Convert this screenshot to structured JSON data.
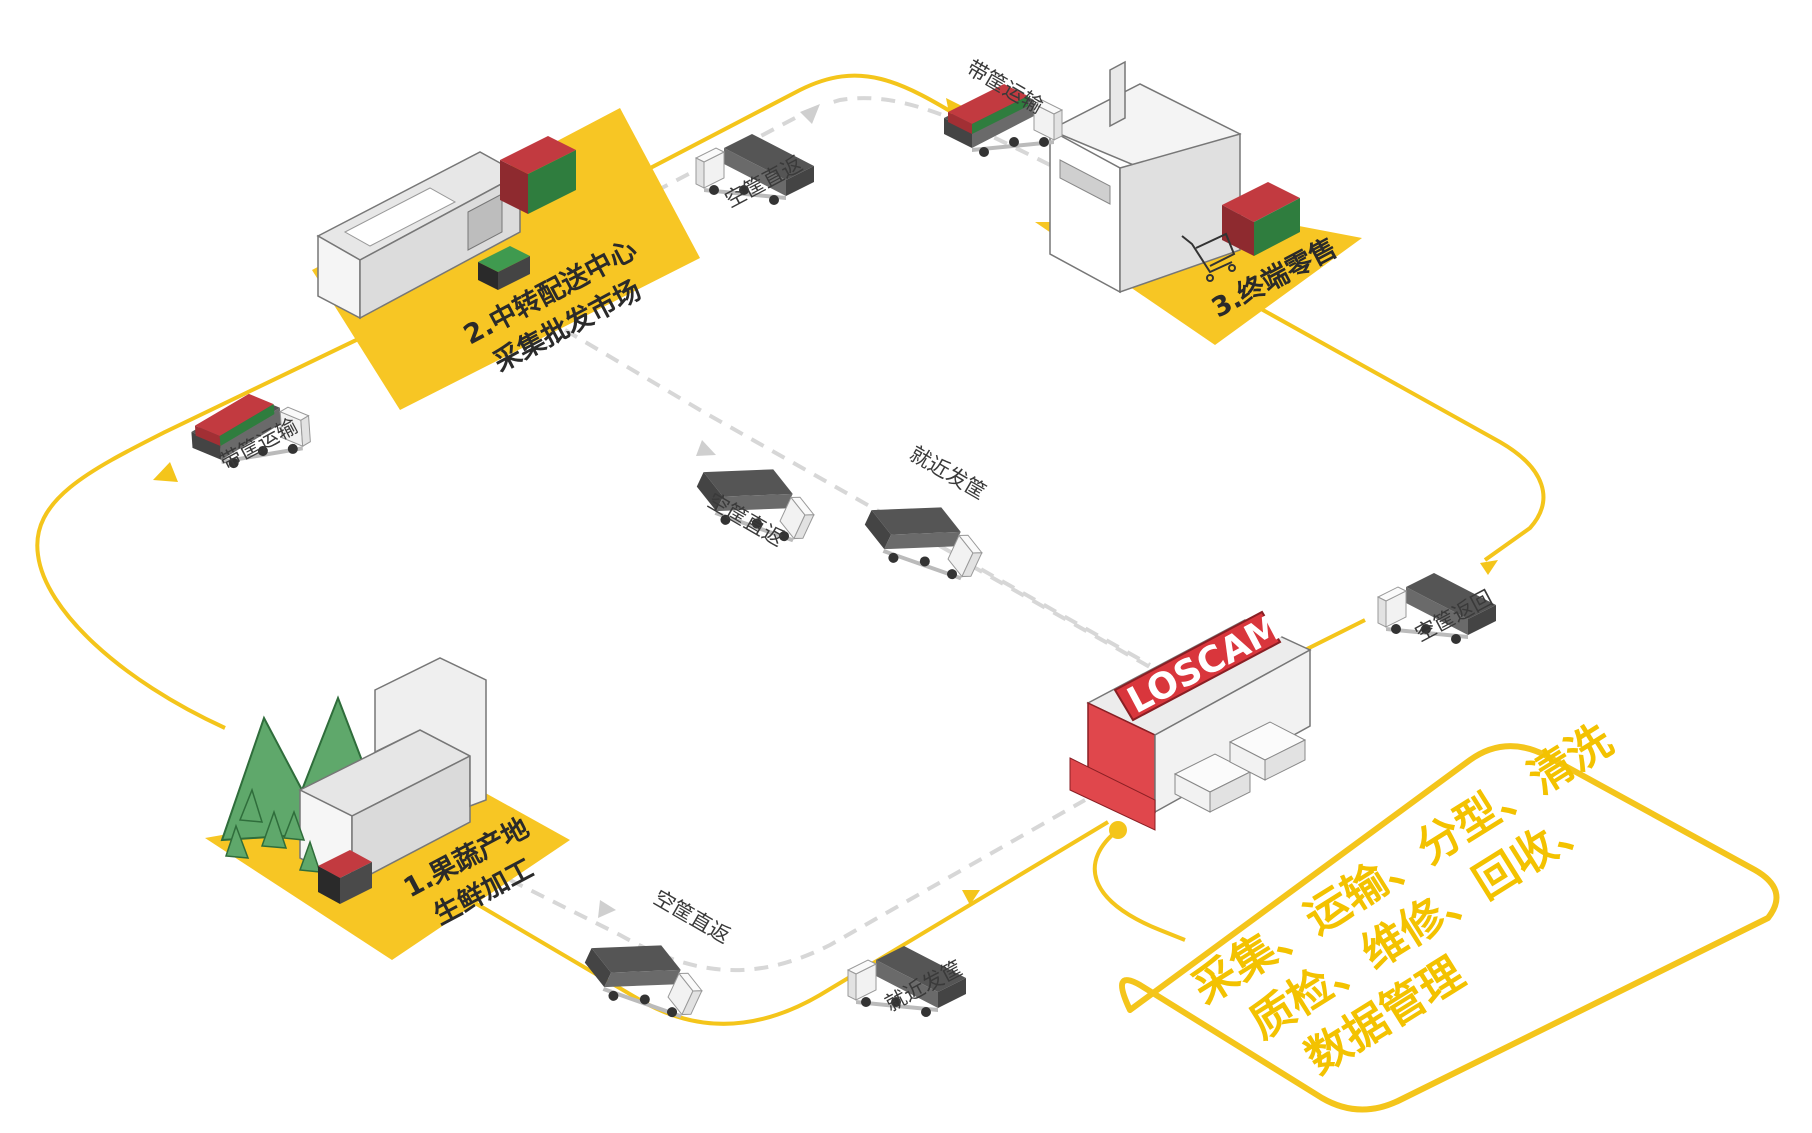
{
  "colors": {
    "route": "#f4c51b",
    "return_dash": "#d7d7d7",
    "pad": "#f7c624",
    "brand_red": "#e0474c",
    "crate_red": "#c23a40",
    "crate_green": "#3f9a4f",
    "tree_green": "#5fa86b"
  },
  "nodes": {
    "farm": {
      "line1": "1.果蔬产地",
      "line2": "生鲜加工"
    },
    "center": {
      "line1": "2.中转配送中心",
      "line2": "采集批发市场"
    },
    "retail": {
      "line1": "3.终端零售"
    },
    "loscam": {
      "logo": "LOSCAM"
    }
  },
  "flows": {
    "farm_to_center": "带筐运输",
    "center_to_retail": "带筐运输",
    "retail_to_center_return": "空筐直返",
    "center_to_farm_return": "空筐直返",
    "retail_to_loscam": "空筐返回",
    "loscam_to_center": "就近发筐",
    "farm_to_loscam_return": "空筐直返",
    "loscam_to_farm": "就近发筐"
  },
  "services": {
    "line1": "采集、运输、分型、清洗",
    "line2": "质检、维修、回收、",
    "line3": "数据管理"
  }
}
